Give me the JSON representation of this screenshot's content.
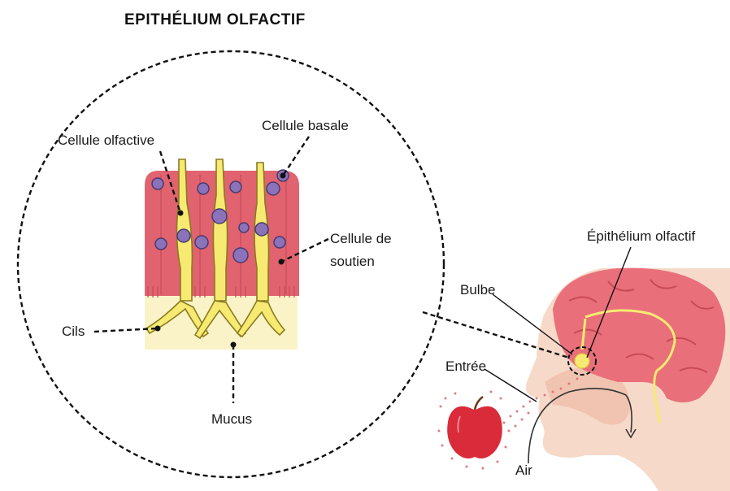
{
  "title": "EPITHÉLIUM OLFACTIF",
  "labels": {
    "cellule_olfactive": "Cellule olfactive",
    "cellule_basale": "Cellule basale",
    "cellule_de_soutien_line1": "Cellule de",
    "cellule_de_soutien_line2": "soutien",
    "cils": "Cils",
    "mucus": "Mucus",
    "epithelium_olfactif": "Épithélium olfactif",
    "bulbe": "Bulbe",
    "entree": "Entrée",
    "air": "Air"
  },
  "colors": {
    "tissue": "#e0636f",
    "tissue_dark": "#c84a57",
    "nucleus": "#8a73b8",
    "neuron": "#f6ea72",
    "mucus": "#fbf3c8",
    "skin": "#f6d9c8",
    "brain": "#e96f7b",
    "apple": "#d92b3a"
  }
}
